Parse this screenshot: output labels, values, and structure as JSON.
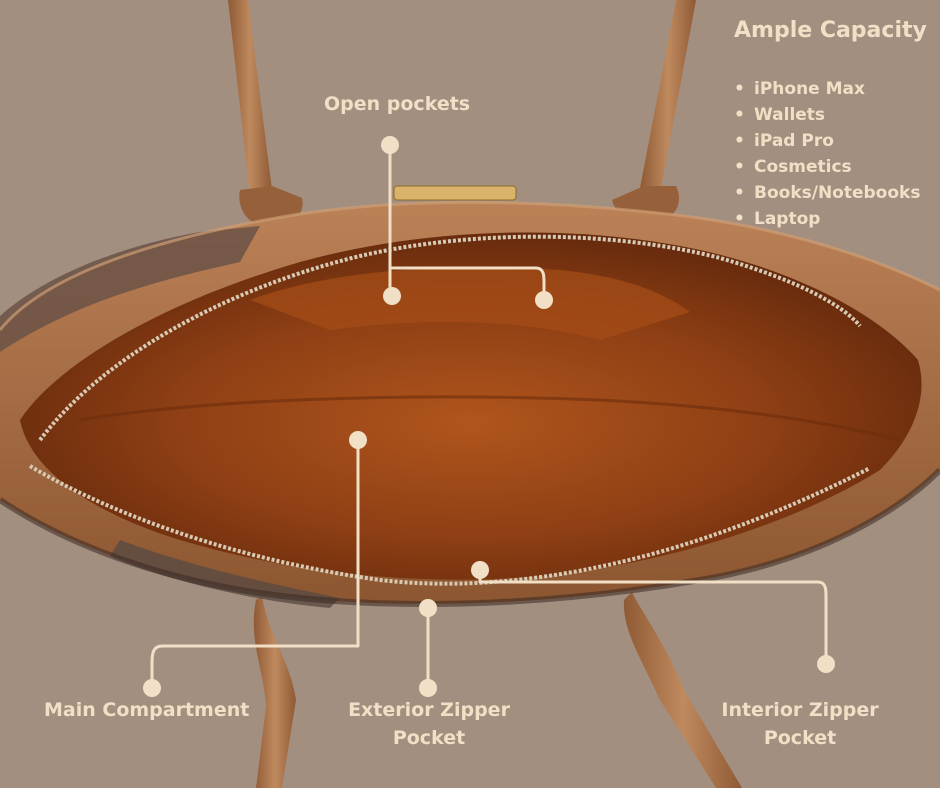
{
  "capacity": {
    "title": "Ample Capacity",
    "items": [
      "iPhone Max",
      "Wallets",
      "iPad Pro",
      "Cosmetics",
      "Books/Notebooks",
      "Laptop"
    ]
  },
  "labels": {
    "open_pockets": "Open pockets",
    "main_compartment": "Main Compartment",
    "exterior_zipper_line1": "Exterior Zipper",
    "exterior_zipper_line2": "Pocket",
    "interior_zipper_line1": "Interior Zipper",
    "interior_zipper_line2": "Pocket"
  },
  "colors": {
    "background": "#a38f80",
    "callout": "#f1dfc6",
    "leather": "#a66a3f",
    "lining": "#8a3e12"
  }
}
